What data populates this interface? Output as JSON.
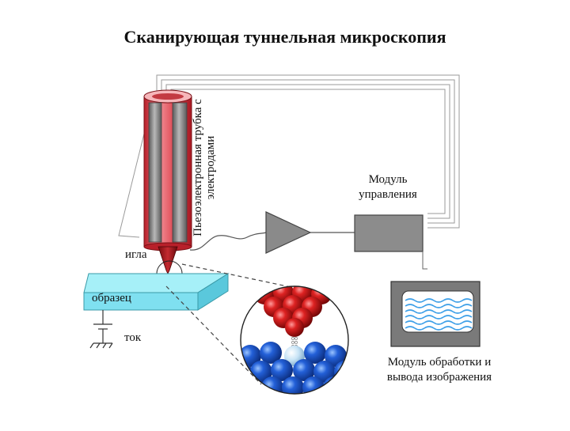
{
  "title": "Сканирующая туннельная микроскопия",
  "labels": {
    "piezo_tube": "Пьезоэлектронная трубка с электродами",
    "control_module": "Модуль управления",
    "needle": "игла",
    "sample": "образец",
    "current": "ток",
    "output_module": "Модуль обработки и вывода изображения"
  },
  "colors": {
    "piezo_tube": "#e0505a",
    "electrode": "#8a8a8a",
    "sample": "#7fe0f0",
    "tip_atoms": "#cc1b1b",
    "surface_atoms": "#1f56c9",
    "control_box": "#8c8c8c",
    "monitor_frame": "#7a7a7a",
    "waves": "#3fa0e8"
  }
}
